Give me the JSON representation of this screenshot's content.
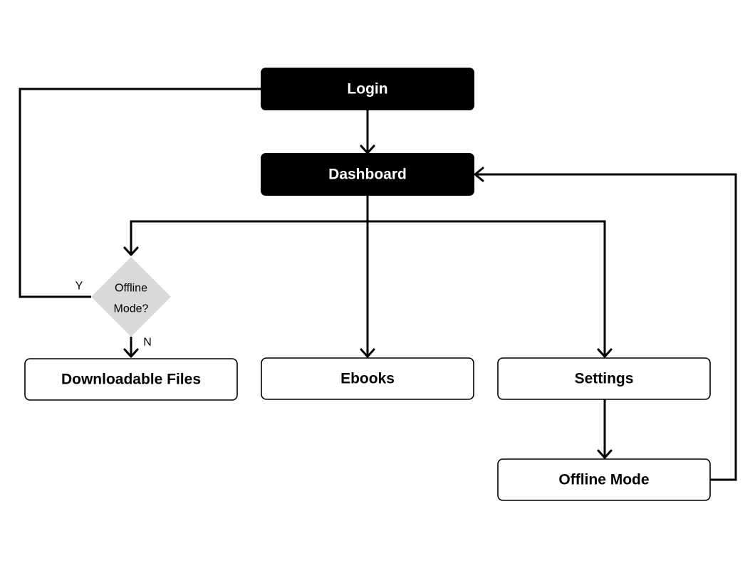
{
  "nodes": {
    "login": "Login",
    "dashboard": "Dashboard",
    "offline_mode_decision": {
      "line1": "Offline",
      "line2": "Mode?"
    },
    "downloadable_files": "Downloadable Files",
    "ebooks": "Ebooks",
    "settings": "Settings",
    "offline_mode": "Offline Mode"
  },
  "edge_labels": {
    "yes": "Y",
    "no": "N"
  },
  "colors": {
    "dark_node_fill": "#000000",
    "dark_node_text": "#ffffff",
    "light_node_border": "#000000",
    "decision_fill": "#d9d9d9",
    "edge": "#000000"
  }
}
